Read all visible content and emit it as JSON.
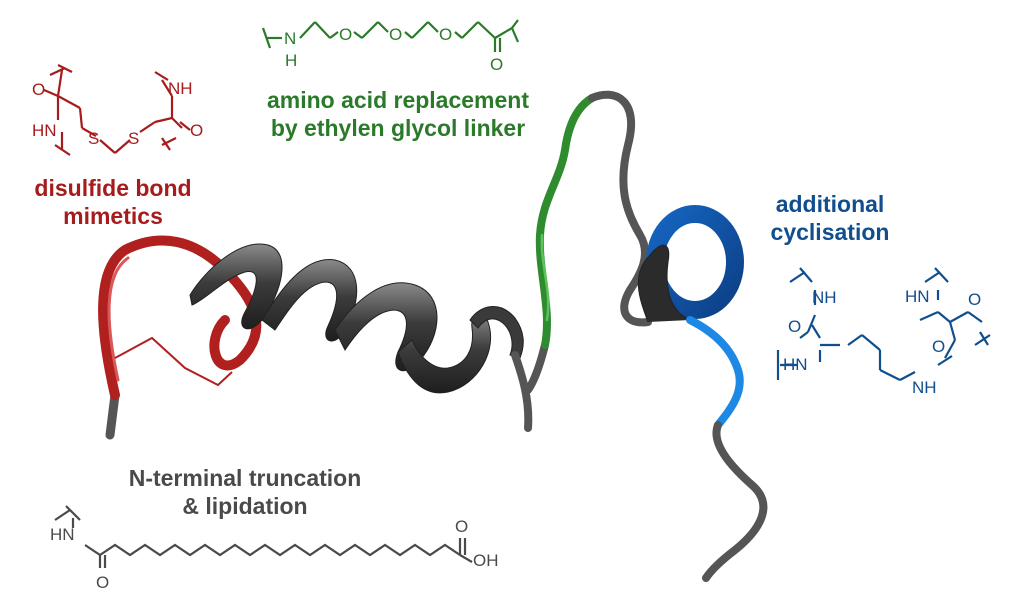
{
  "colors": {
    "disulfide": "#a61c1c",
    "linker": "#2a7a2a",
    "cyclisation": "#114e8e",
    "lipidation": "#4a4a4a",
    "backbone": "#505050",
    "blue_light": "#1e88e5"
  },
  "labels": {
    "disulfide_line1": "disulfide bond",
    "disulfide_line2": "mimetics",
    "linker_line1": "amino acid replacement",
    "linker_line2": "by ethylen glycol linker",
    "cyclisation_line1": "additional",
    "cyclisation_line2": "cyclisation",
    "lipidation_line1": "N-terminal truncation",
    "lipidation_line2": "& lipidation"
  },
  "atoms": {
    "O": "O",
    "S": "S",
    "HN": "HN",
    "NH": "NH",
    "N": "N",
    "H": "H",
    "OH": "OH"
  }
}
